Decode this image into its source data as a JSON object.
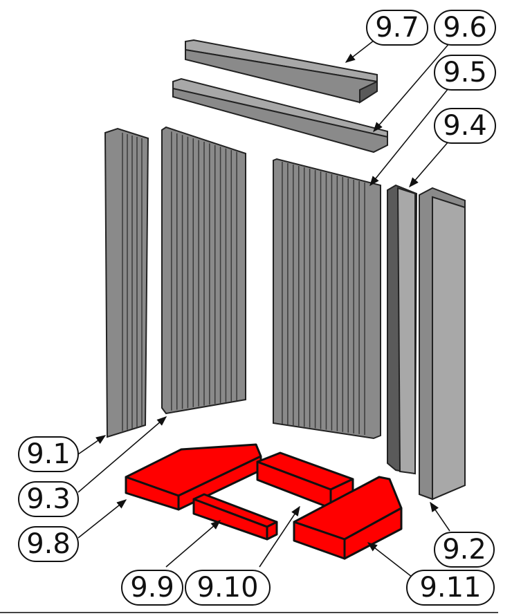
{
  "callouts": {
    "c97": "9.7",
    "c96": "9.6",
    "c95": "9.5",
    "c94": "9.4",
    "c91": "9.1",
    "c93": "9.3",
    "c98": "9.8",
    "c99": "9.9",
    "c910": "9.10",
    "c92": "9.2",
    "c911": "9.11"
  },
  "colors": {
    "highlight": "#ff0000",
    "part": "#8a8a8a"
  }
}
